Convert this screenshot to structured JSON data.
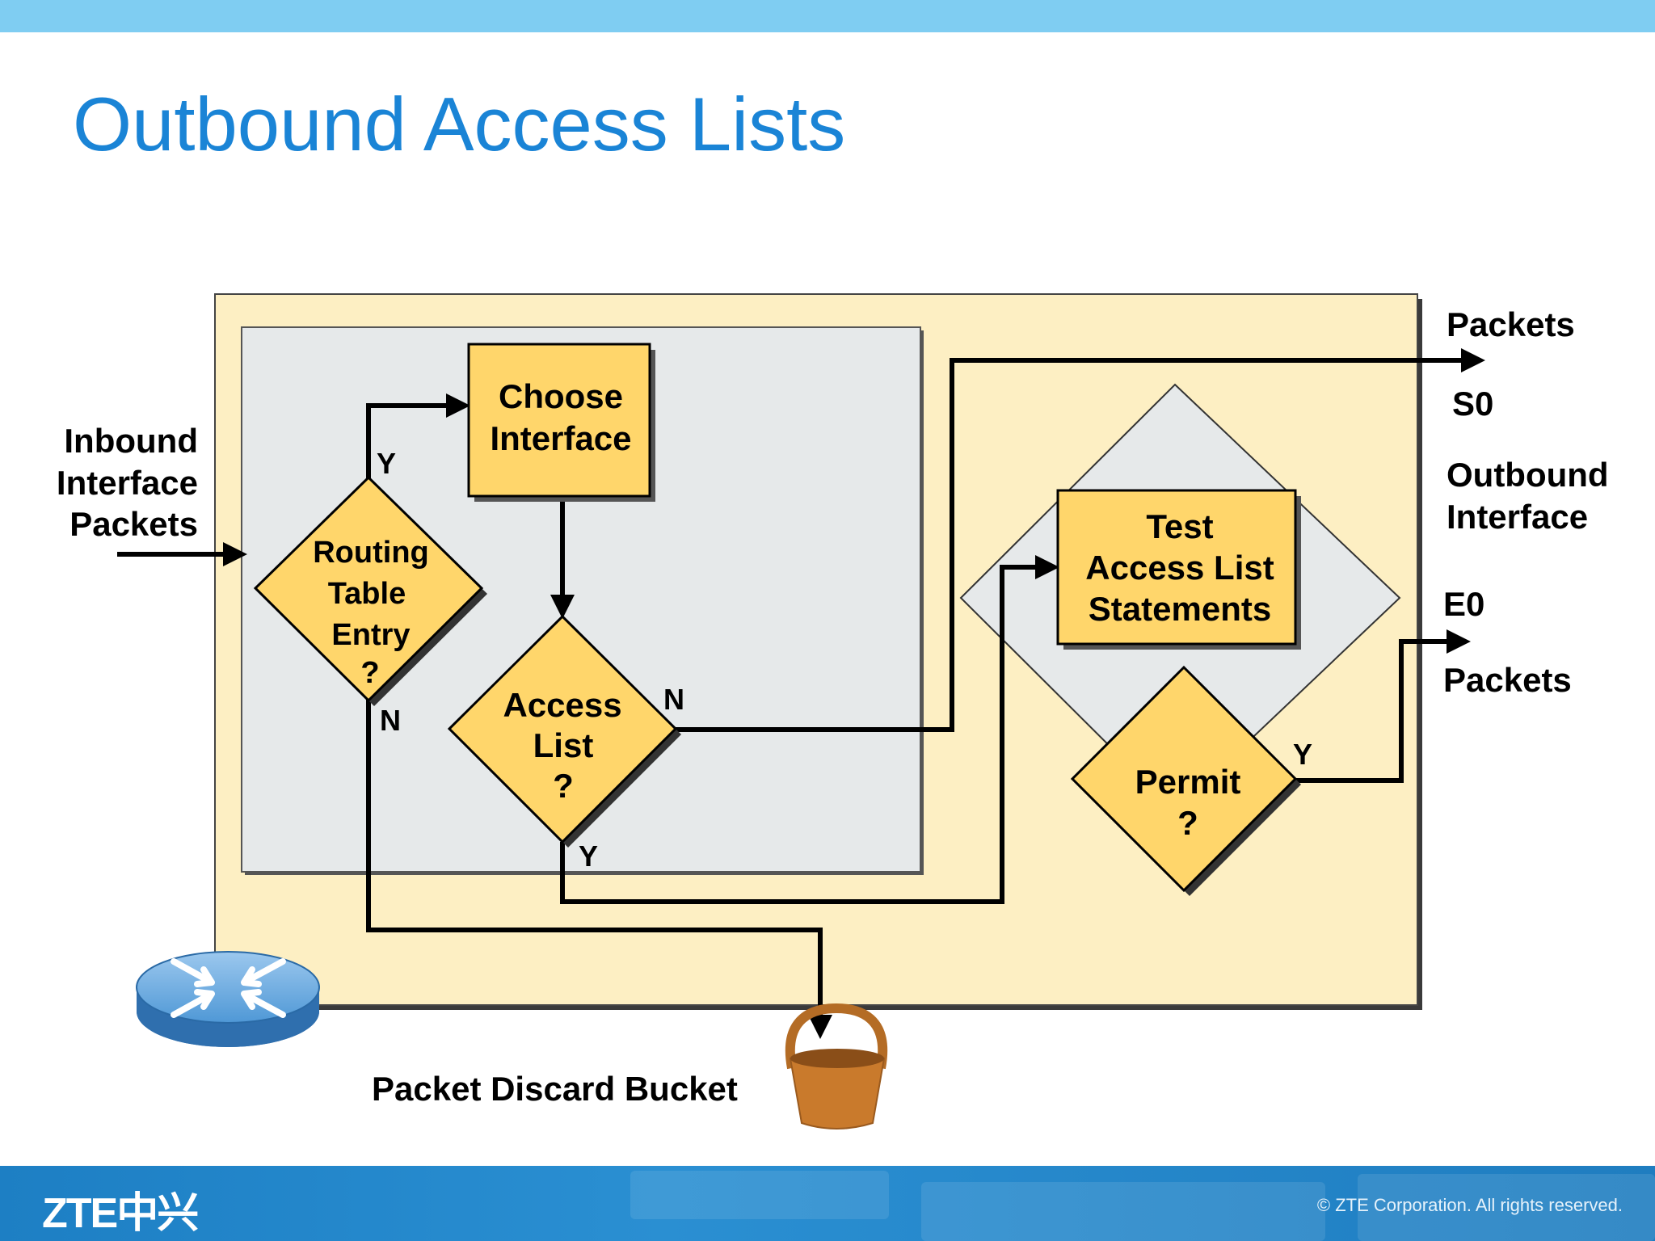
{
  "slide": {
    "title": "Outbound Access Lists"
  },
  "diagram": {
    "inbound_label": [
      "Inbound",
      "Interface",
      "Packets"
    ],
    "routing_decision": [
      "Routing",
      "Table",
      "Entry",
      "?"
    ],
    "choose_interface": [
      "Choose",
      "Interface"
    ],
    "access_list_decision": [
      "Access",
      "List",
      "?"
    ],
    "test_statements": [
      "Test",
      "Access List",
      "Statements"
    ],
    "permit_decision": [
      "Permit",
      "?"
    ],
    "branch_y": "Y",
    "branch_n": "N",
    "outbound": {
      "packets_top": "Packets",
      "s0": "S0",
      "outbound_interface": [
        "Outbound",
        "Interface"
      ],
      "e0": "E0",
      "packets_bottom": "Packets"
    },
    "discard_label": "Packet Discard Bucket",
    "colors": {
      "panel_yellow": "#fdefc3",
      "panel_gray": "#e6e9ea",
      "shape_fill": "#ffd66b",
      "bucket": "#c97a2c",
      "router": "#3b86c6"
    }
  },
  "footer": {
    "logo": "ZTE中兴",
    "copyright": "© ZTE Corporation. All rights reserved."
  }
}
